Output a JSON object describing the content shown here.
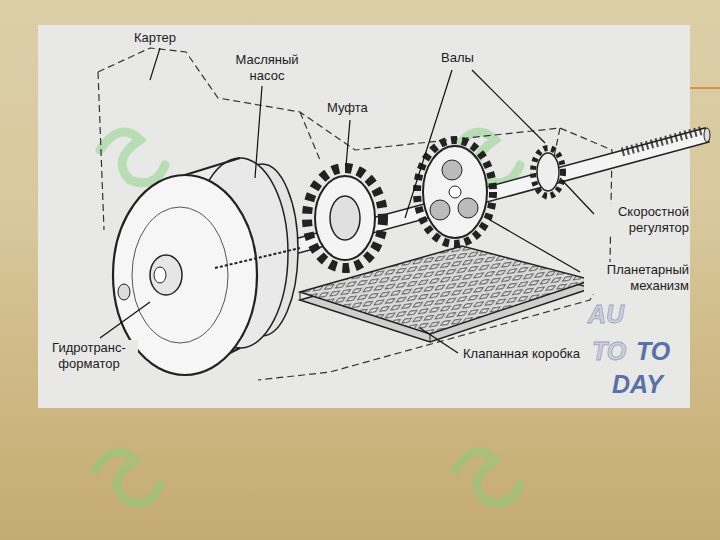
{
  "diagram": {
    "labels": [
      "Картер",
      "Масляный насос",
      "Валы",
      "Муфта",
      "Скоростной регулятор",
      "Планетарный механизм",
      "AU",
      "TO",
      "TO",
      "Гидротранс- форматор",
      "Клапанная коробка",
      "DAY"
    ]
  }
}
